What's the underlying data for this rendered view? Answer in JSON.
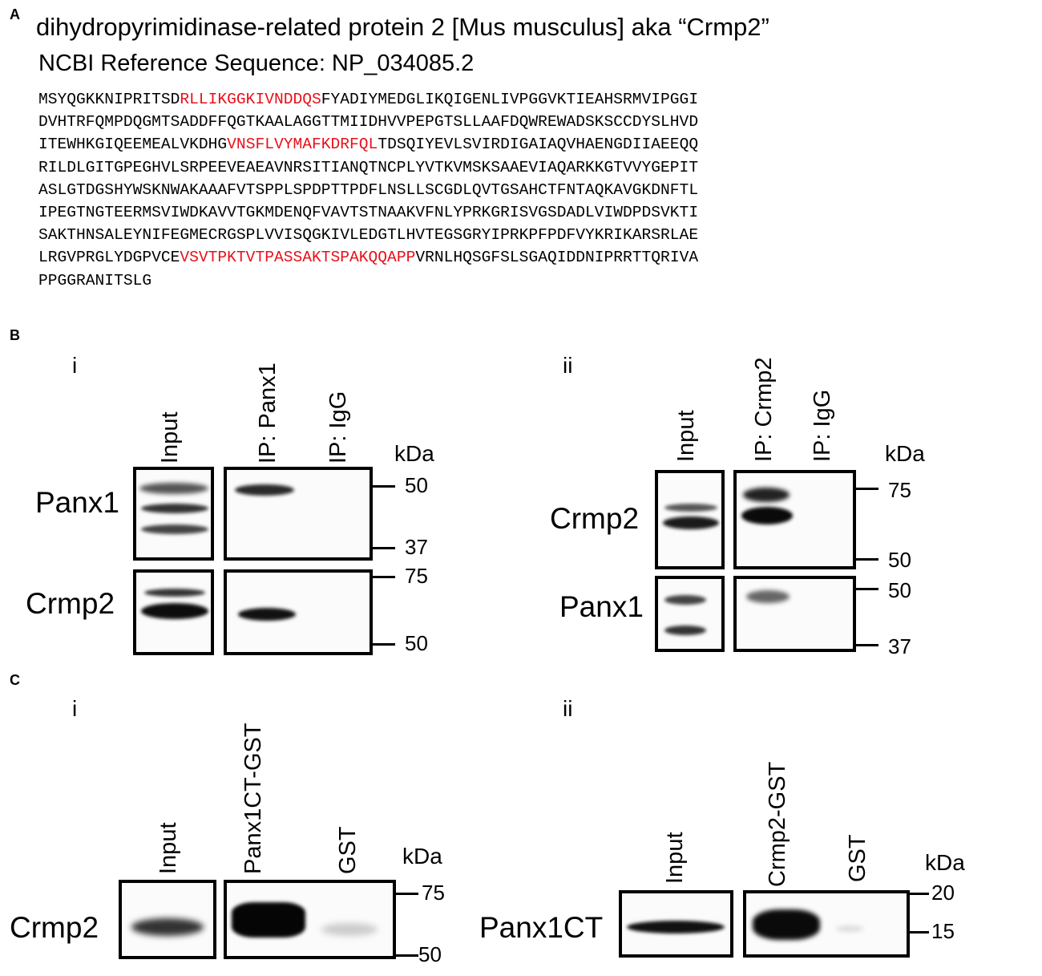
{
  "panelA": {
    "letter": "A",
    "title": "dihydropyrimidinase-related protein 2 [Mus musculus] aka “Crmp2”",
    "subtitle": "NCBI Reference Sequence: NP_034085.2",
    "sequence_lines": [
      [
        {
          "t": "MSYQGKKNIPRITSD",
          "red": false
        },
        {
          "t": "RLLIKGGKIVNDDQS",
          "red": true
        },
        {
          "t": "FYADIYMEDGLIKQIGENLIVPGGVKTIEAHSRMVIPGGI",
          "red": false
        }
      ],
      [
        {
          "t": "DVHTRFQMPDQGMTSADDFFQGTKAALAGGTTMIIDHVVPEPGTSLLAAFDQWREWADSKSCCDYSLHVD",
          "red": false
        }
      ],
      [
        {
          "t": "ITEWHKGIQEEMEALVKDHG",
          "red": false
        },
        {
          "t": "VNSFLVYMAFKDRFQL",
          "red": true
        },
        {
          "t": "TDSQIYEVLSVIRDIGAIAQVHAENGDIIAEEQQ",
          "red": false
        }
      ],
      [
        {
          "t": "RILDLGITGPEGHVLSRPEEVEAEAVNRSITIANQTNCPLYVTKVMSKSAAEVIAQARKKGTVVYGEPIT",
          "red": false
        }
      ],
      [
        {
          "t": "ASLGTDGSHYWSKNWAKAAAFVTSPPLSPDPTTPDFLNSLLSCGDLQVTGSAHCTFNTAQKAVGKDNFTL",
          "red": false
        }
      ],
      [
        {
          "t": "IPEGTNGTEERMSVIWDKAVVTGKMDENQFVAVTSTNAAKVFNLYPRKGRISVGSDADLVIWDPDSVKTI",
          "red": false
        }
      ],
      [
        {
          "t": "SAKTHNSALEYNIFEGMECRGSPLVVISQGKIVLEDGTLHVTEGSGRYIPRKPFPDFVYKRIKARSRLAE",
          "red": false
        }
      ],
      [
        {
          "t": "LRGVPRGLYDGPVCE",
          "red": false
        },
        {
          "t": "VSVTPKTVTPASSAKTSPAKQQAPP",
          "red": true
        },
        {
          "t": "VRNLHQSGFSLSGAQIDDNIPRRTTQRIVA",
          "red": false
        }
      ],
      [
        {
          "t": "PPGGRANITSLG",
          "red": false
        }
      ]
    ]
  },
  "panelB": {
    "letter": "B",
    "i": {
      "index": "i",
      "lanes": [
        "Input",
        "IP: Panx1",
        "IP: IgG"
      ],
      "kda": "kDa",
      "rows": [
        {
          "label": "Panx1",
          "markers": [
            "50",
            "37"
          ]
        },
        {
          "label": "Crmp2",
          "markers": [
            "75",
            "50"
          ]
        }
      ]
    },
    "ii": {
      "index": "ii",
      "lanes": [
        "Input",
        "IP: Crmp2",
        "IP: IgG"
      ],
      "kda": "kDa",
      "rows": [
        {
          "label": "Crmp2",
          "markers": [
            "75",
            "50"
          ]
        },
        {
          "label": "Panx1",
          "markers": [
            "50",
            "37"
          ]
        }
      ]
    }
  },
  "panelC": {
    "letter": "C",
    "i": {
      "index": "i",
      "lanes": [
        "Input",
        "Panx1CT-GST",
        "GST"
      ],
      "kda": "kDa",
      "rows": [
        {
          "label": "Crmp2",
          "markers": [
            "75",
            "50"
          ]
        }
      ]
    },
    "ii": {
      "index": "ii",
      "lanes": [
        "Input",
        "Crmp2-GST",
        "GST"
      ],
      "kda": "kDa",
      "rows": [
        {
          "label": "Panx1CT",
          "markers": [
            "20",
            "15"
          ]
        }
      ]
    }
  }
}
